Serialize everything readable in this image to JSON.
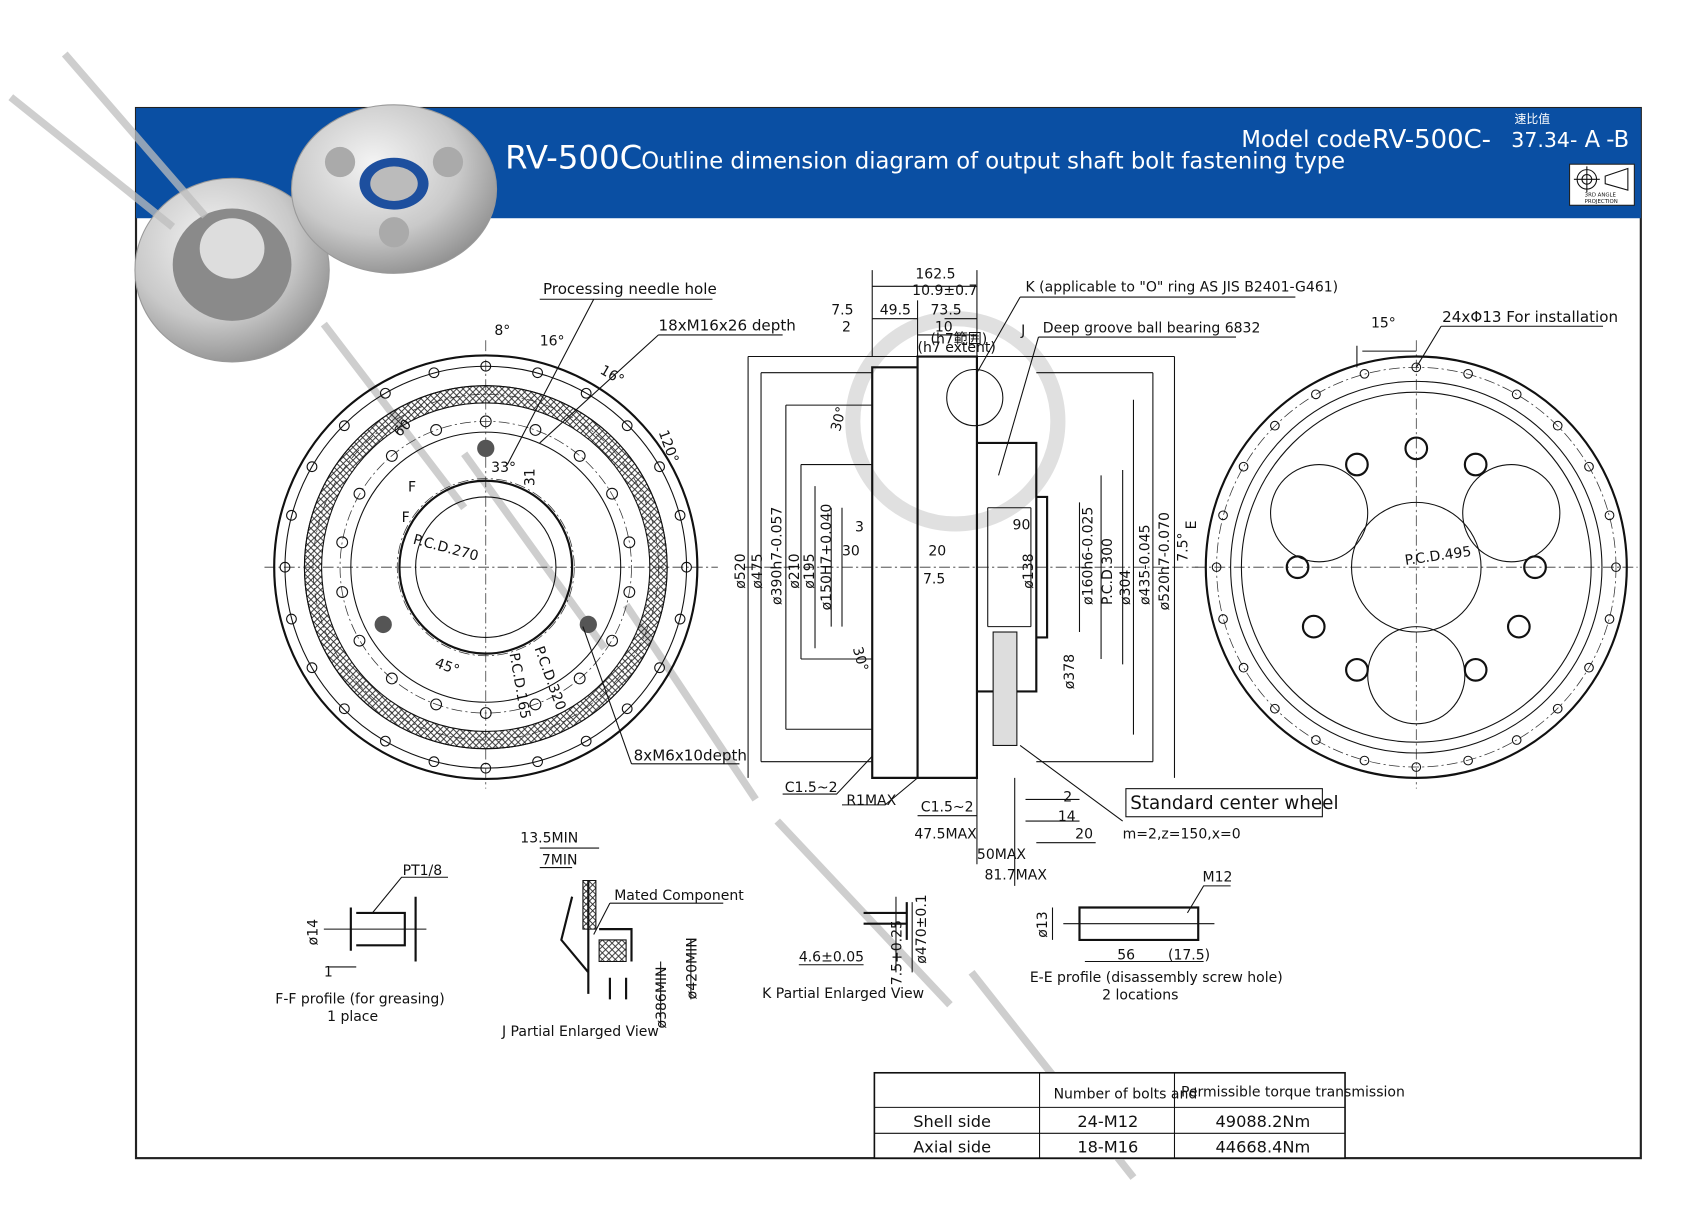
{
  "header": {
    "title_code": "RV-500C",
    "title_text": "Outline dimension diagram of output shaft bolt fastening type",
    "model_label": "Model code",
    "model_code": "RV-500C-",
    "ratio_caption": "速比值",
    "ratio_value": "37.34-",
    "suffix_a": "A",
    "suffix_b": "-B",
    "projection_label_1": "3RD ANGLE",
    "projection_label_2": "PROJECTION",
    "brand_color": "#0a4fa3"
  },
  "front_view": {
    "needle_hole": "Processing needle hole",
    "tapped_holes": "18xM16x26 depth",
    "small_tapped": "8xM6x10depth",
    "angle_8": "8°",
    "angle_16a": "16°",
    "angle_16b": "16°",
    "angle_120": "120°",
    "angle_60": "60",
    "angle_33": "33°",
    "angle_31": "31",
    "angle_45": "45°",
    "pcd_270": "P.C.D.270",
    "pcd_165": "P.C.D.165",
    "pcd_320": "P.C.D.320",
    "label_f": "F",
    "label_f2": "F"
  },
  "side_view": {
    "d162": "162.5",
    "d109": "10.9±0.7",
    "d75": "7.5",
    "d495": "49.5",
    "d735": "73.5",
    "d2": "2",
    "d10": "10",
    "h7_cn": "(h7範囲)",
    "h7_extent": "(h7 extent)",
    "k_note": "K (applicable to \"O\" ring AS JIS B2401-G461)",
    "j_label": "J",
    "bearing": "Deep groove ball bearing 6832",
    "dia520": "ø520",
    "dia475": "ø475",
    "dia390": "ø390h7-0.057",
    "dia210": "ø210",
    "dia195": "ø195",
    "dia150": "ø150H7+0.040",
    "d3": "3",
    "d30": "30",
    "d20": "20",
    "d7_5b": "7.5",
    "d90": "90",
    "dia138": "ø138",
    "dia160": "ø160h6-0.025",
    "pcd300": "P.C.D.300",
    "dia304": "ø304",
    "dia435": "ø435-0.045",
    "dia520b": "ø520h7-0.070",
    "angle75": "7.5°",
    "label_e": "E",
    "dia378": "ø378",
    "ang30a": "30°",
    "ang30b": "30°",
    "c15a": "C1.5~2",
    "r1": "R1MAX",
    "c15b": "C1.5~2",
    "d475max": "47.5MAX",
    "d50max": "50MAX",
    "d817max": "81.7MAX",
    "d2b": "2",
    "d14": "14",
    "d20b": "20",
    "center_wheel": "Standard center wheel",
    "gear_spec": "m=2,z=150,x=0"
  },
  "rear_view": {
    "angle15": "15°",
    "install_holes": "24xΦ13 For installation",
    "pcd495": "P.C.D.495"
  },
  "details": {
    "ff_pt": "PT1/8",
    "ff_d14": "ø14",
    "ff_1": "1",
    "ff_caption1": "F-F profile (for greasing)",
    "ff_caption2": "1 place",
    "j_135": "13.5MIN",
    "j_7": "7MIN",
    "j_mated": "Mated Component",
    "j_420": "ø420MIN",
    "j_386": "ø386MIN",
    "j_caption": "J Partial Enlarged View",
    "k_46": "4.6±0.05",
    "k_75": "7.5+0.25",
    "k_470": "ø470±0.1",
    "k_caption": "K Partial Enlarged View",
    "e_m12": "M12",
    "e_13": "ø13",
    "e_56": "56",
    "e_175": "(17.5)",
    "e_caption1": "E-E profile (disassembly screw hole)",
    "e_caption2": "2 locations"
  },
  "table": {
    "headers": [
      "",
      "Number of bolts and",
      "Permissible torque transmission"
    ],
    "rows": [
      [
        "Shell side",
        "24-M12",
        "49088.2Nm"
      ],
      [
        "Axial side",
        "18-M16",
        "44668.4Nm"
      ]
    ]
  }
}
